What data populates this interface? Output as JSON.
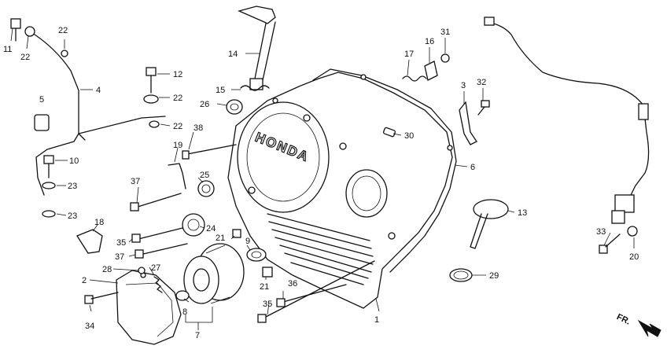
{
  "callouts": [
    {
      "id": "c11",
      "text": "11"
    },
    {
      "id": "c22a",
      "text": "22"
    },
    {
      "id": "c22b",
      "text": "22"
    },
    {
      "id": "c4",
      "text": "4"
    },
    {
      "id": "c5",
      "text": "5"
    },
    {
      "id": "c10",
      "text": "10"
    },
    {
      "id": "c23a",
      "text": "23"
    },
    {
      "id": "c23b",
      "text": "23"
    },
    {
      "id": "c12",
      "text": "12"
    },
    {
      "id": "c22c",
      "text": "22"
    },
    {
      "id": "c22d",
      "text": "22"
    },
    {
      "id": "c19",
      "text": "19"
    },
    {
      "id": "c38",
      "text": "38"
    },
    {
      "id": "c37a",
      "text": "37"
    },
    {
      "id": "c25",
      "text": "25"
    },
    {
      "id": "c18",
      "text": "18"
    },
    {
      "id": "c24",
      "text": "24"
    },
    {
      "id": "c35a",
      "text": "35"
    },
    {
      "id": "c37b",
      "text": "37"
    },
    {
      "id": "c21a",
      "text": "21"
    },
    {
      "id": "c9",
      "text": "9"
    },
    {
      "id": "c28",
      "text": "28"
    },
    {
      "id": "c27",
      "text": "27"
    },
    {
      "id": "c2",
      "text": "2"
    },
    {
      "id": "c21b",
      "text": "21"
    },
    {
      "id": "c36",
      "text": "36"
    },
    {
      "id": "c35b",
      "text": "35"
    },
    {
      "id": "c34",
      "text": "34"
    },
    {
      "id": "c8",
      "text": "8"
    },
    {
      "id": "c7",
      "text": "7"
    },
    {
      "id": "c1",
      "text": "1"
    },
    {
      "id": "c14",
      "text": "14"
    },
    {
      "id": "c15",
      "text": "15"
    },
    {
      "id": "c26",
      "text": "26"
    },
    {
      "id": "c17",
      "text": "17"
    },
    {
      "id": "c16",
      "text": "16"
    },
    {
      "id": "c31",
      "text": "31"
    },
    {
      "id": "c3",
      "text": "3"
    },
    {
      "id": "c32",
      "text": "32"
    },
    {
      "id": "c30",
      "text": "30"
    },
    {
      "id": "c6",
      "text": "6"
    },
    {
      "id": "c13",
      "text": "13"
    },
    {
      "id": "c29",
      "text": "29"
    },
    {
      "id": "c33",
      "text": "33"
    },
    {
      "id": "c20",
      "text": "20"
    }
  ],
  "cover_logo": "HONDA",
  "direction_marker": "FR."
}
